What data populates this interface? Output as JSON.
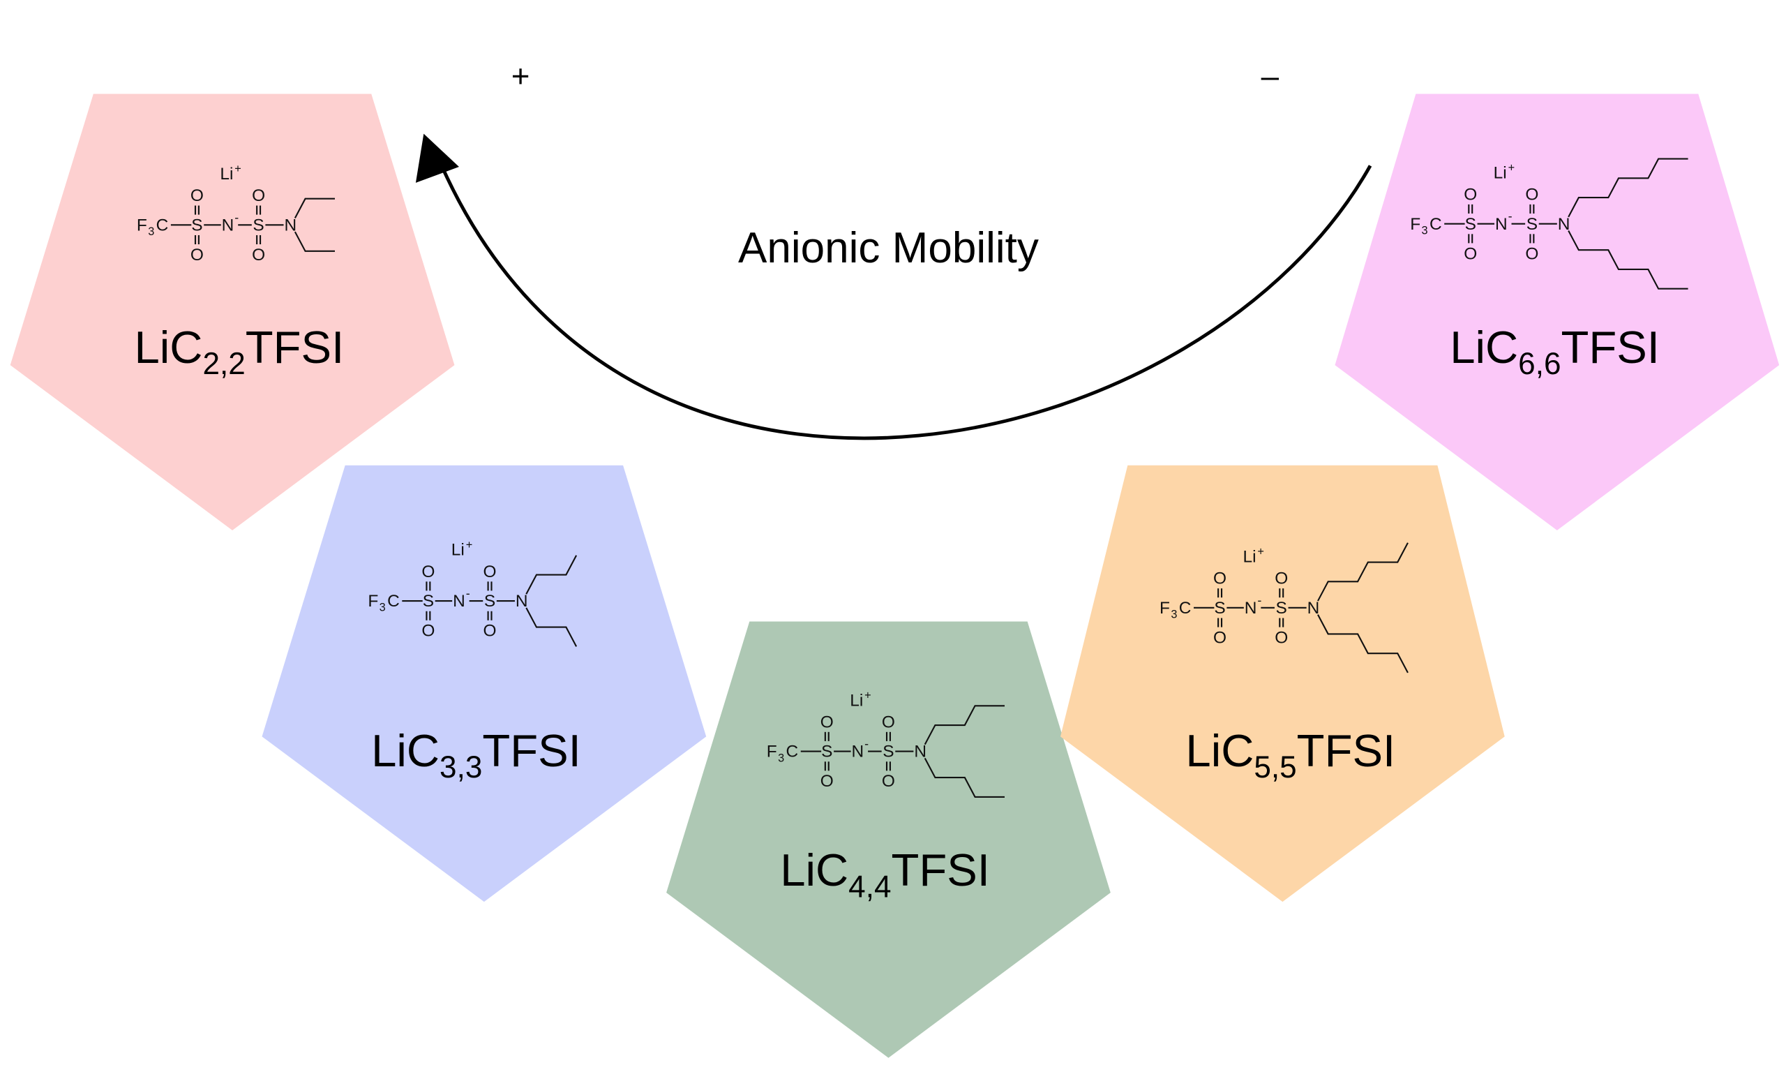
{
  "title": "Anionic Mobility",
  "polarity": {
    "positive": "+",
    "negative": "–"
  },
  "molecule_atoms": {
    "cation": "Li",
    "cation_charge": "+",
    "cf3": "F",
    "cf3_sub": "3",
    "cf3_c": "C",
    "sulfur": "S",
    "nitrogen": "N",
    "anion_charge": "-",
    "oxygen": "O"
  },
  "salts": [
    {
      "prefix": "LiC",
      "subscript": "2,2",
      "suffix": "TFSI",
      "chain_length": 2,
      "color": "#fdd0d0"
    },
    {
      "prefix": "LiC",
      "subscript": "3,3",
      "suffix": "TFSI",
      "chain_length": 3,
      "color": "#c9d0fc"
    },
    {
      "prefix": "LiC",
      "subscript": "4,4",
      "suffix": "TFSI",
      "chain_length": 4,
      "color": "#aec8b4"
    },
    {
      "prefix": "LiC",
      "subscript": "5,5",
      "suffix": "TFSI",
      "chain_length": 5,
      "color": "#fdd6a8"
    },
    {
      "prefix": "LiC",
      "subscript": "6,6",
      "suffix": "TFSI",
      "chain_length": 6,
      "color": "#fbc8f8"
    }
  ]
}
